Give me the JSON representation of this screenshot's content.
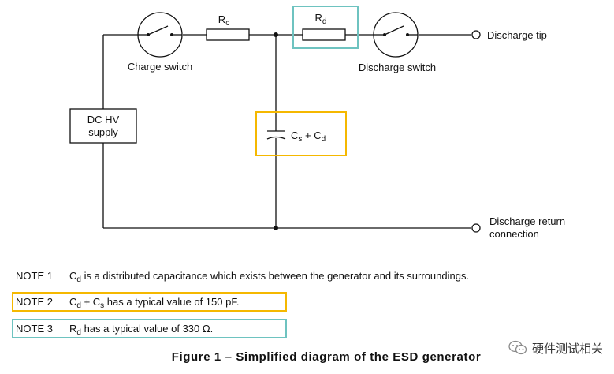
{
  "diagram": {
    "rc_label": "R",
    "rc_sub": "c",
    "rd_label": "R",
    "rd_sub": "d",
    "charge_switch_label": "Charge switch",
    "discharge_switch_label": "Discharge switch",
    "discharge_tip_label": "Discharge tip",
    "supply_line1": "DC HV",
    "supply_line2": "supply",
    "cap_c1": "C",
    "cap_c1_sub": "s",
    "cap_plus": " + C",
    "cap_c2_sub": "d",
    "return_line1": "Discharge return",
    "return_line2": "connection",
    "highlight_colors": {
      "rd_box": "#6ec3c0",
      "cap_box": "#f5b800"
    }
  },
  "notes": {
    "note1": {
      "tag": "NOTE 1",
      "sym": "C",
      "sym_sub": "d",
      "text": " is a distributed capacitance which exists between the generator and its surroundings."
    },
    "note2": {
      "tag": "NOTE 2",
      "sym": "C",
      "sym_sub": "d",
      "mid": " + C",
      "mid_sub": "s",
      "text": " has a typical value of 150 pF."
    },
    "note3": {
      "tag": "NOTE 3",
      "sym": "R",
      "sym_sub": "d",
      "text": " has a typical value of 330 Ω."
    }
  },
  "caption": "Figure 1 – Simplified diagram of the ESD generator",
  "watermark": {
    "icon": "wechat-icon",
    "text": "硬件测试相关"
  }
}
